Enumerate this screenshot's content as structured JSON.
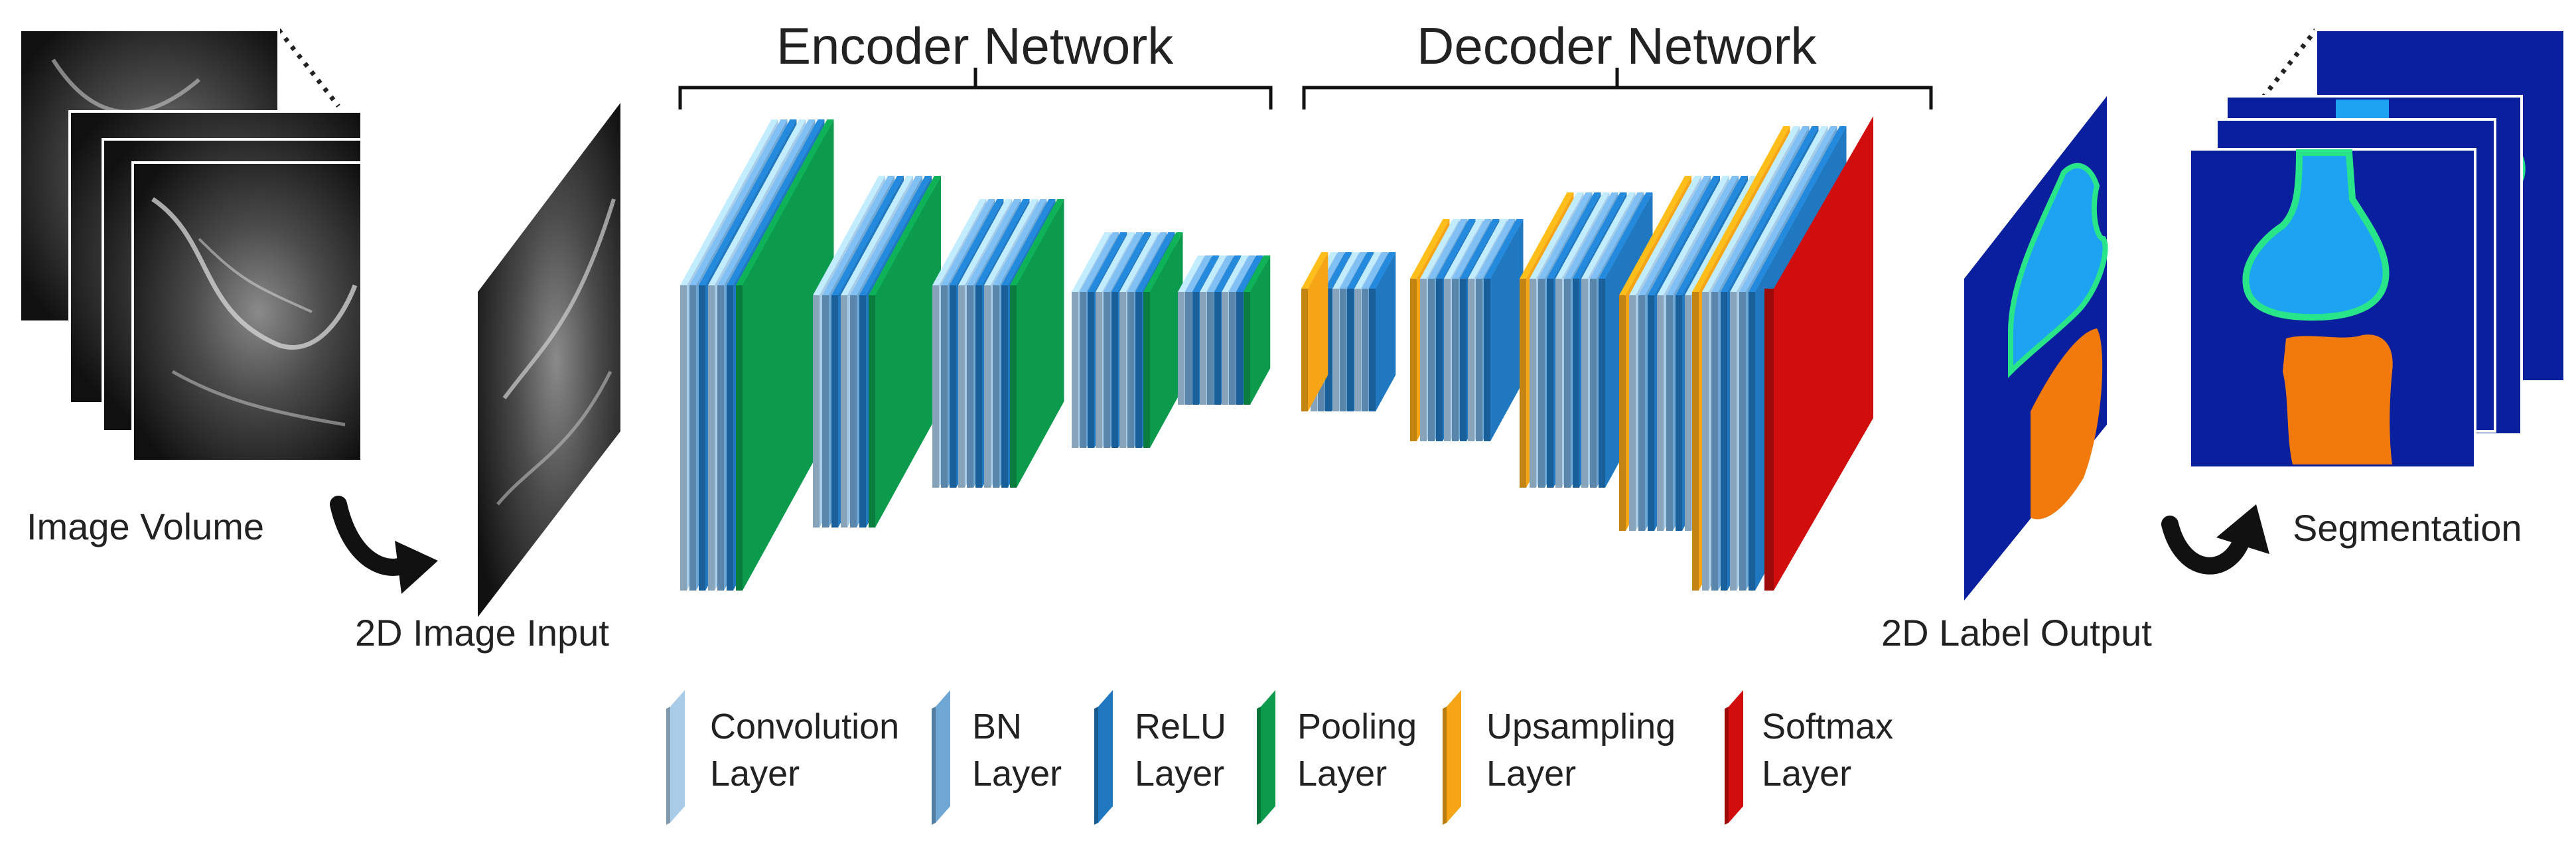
{
  "headings": {
    "encoder": "Encoder Network",
    "decoder": "Decoder Network"
  },
  "labels": {
    "image_volume": "Image Volume",
    "image_input": "2D Image Input",
    "label_output": "2D Label Output",
    "segmentation": "Segmentation"
  },
  "legend": [
    {
      "line1": "Convolution",
      "line2": "Layer",
      "color": "#a9cde8",
      "icon": "convolution-layer-swatch"
    },
    {
      "line1": "BN",
      "line2": "Layer",
      "color": "#6fa7d4",
      "icon": "bn-layer-swatch"
    },
    {
      "line1": "ReLU",
      "line2": "Layer",
      "color": "#1f78c0",
      "icon": "relu-layer-swatch"
    },
    {
      "line1": "Pooling",
      "line2": "Layer",
      "color": "#0c9b4c",
      "icon": "pooling-layer-swatch"
    },
    {
      "line1": "Upsampling",
      "line2": "Layer",
      "color": "#f5a516",
      "icon": "upsampling-layer-swatch"
    },
    {
      "line1": "Softmax",
      "line2": "Layer",
      "color": "#d20d0d",
      "icon": "softmax-layer-swatch"
    }
  ],
  "colors": {
    "convolution": "#a9cde8",
    "bn": "#6fa7d4",
    "relu": "#1f78c0",
    "pooling": "#0c9b4c",
    "upsampling": "#f5a516",
    "softmax": "#d20d0d",
    "seg_background": "#0a1f9e",
    "seg_bone_upper": "#1ca3f2",
    "seg_cartilage": "#28e58a",
    "seg_bone_lower": "#f27a0c"
  }
}
